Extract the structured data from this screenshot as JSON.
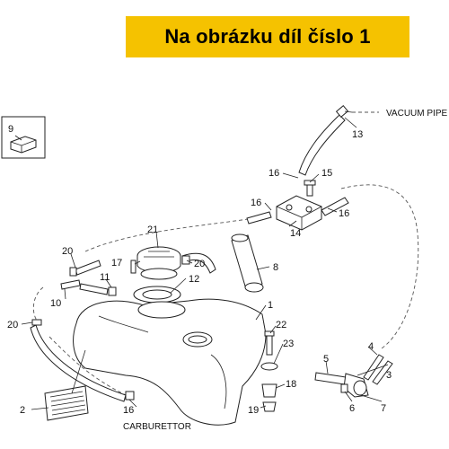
{
  "banner": {
    "title": "Na obrázku díl číslo 1"
  },
  "labels": {
    "vacuum_pipe": "VACUUM PIPE",
    "carburettor": "CARBURETTOR"
  },
  "callouts": {
    "n1": "1",
    "n2": "2",
    "n3": "3",
    "n4": "4",
    "n5": "5",
    "n6": "6",
    "n7": "7",
    "n8": "8",
    "n9": "9",
    "n10": "10",
    "n11": "11",
    "n12": "12",
    "n13": "13",
    "n14": "14",
    "n15": "15",
    "n16a": "16",
    "n16b": "16",
    "n16c": "16",
    "n16d": "16",
    "n17": "17",
    "n18": "18",
    "n19": "19",
    "n20a": "20",
    "n20b": "20",
    "n20c": "20",
    "n21": "21",
    "n22": "22",
    "n23": "23"
  },
  "colors": {
    "banner": "#f5c200",
    "line": "#222222"
  }
}
